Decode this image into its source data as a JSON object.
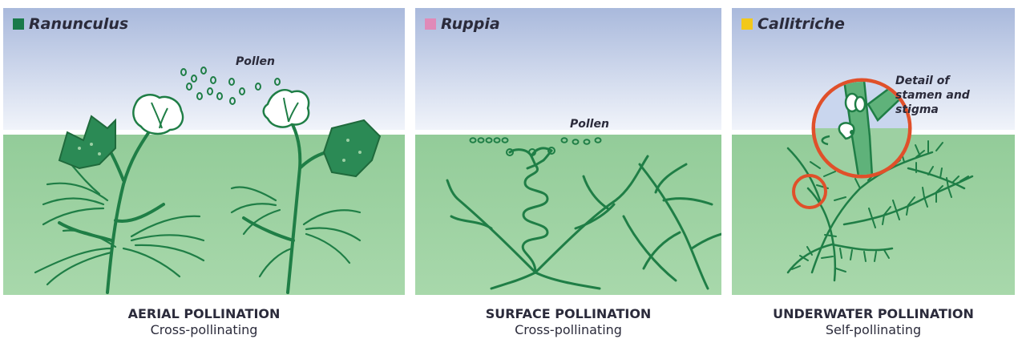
{
  "panels": [
    {
      "species": "Ranunculus",
      "swatch_color": "#1a7a4a",
      "label": "Pollen",
      "title": "AERIAL POLLINATION",
      "subtitle": "Cross-pollinating"
    },
    {
      "species": "Ruppia",
      "swatch_color": "#e08ab8",
      "label": "Pollen",
      "title": "SURFACE POLLINATION",
      "subtitle": "Cross-pollinating"
    },
    {
      "species": "Callitriche",
      "swatch_color": "#f2c81a",
      "label": "Detail of stamen and stigma",
      "title": "UNDERWATER POLLINATION",
      "subtitle": "Self-pollinating"
    }
  ],
  "colors": {
    "sky_top": "#a9b9dc",
    "sky_bottom": "#edf1fa",
    "water": "#9dd0a2",
    "plant": "#1f7e46",
    "detail_ring": "#e0502a"
  }
}
